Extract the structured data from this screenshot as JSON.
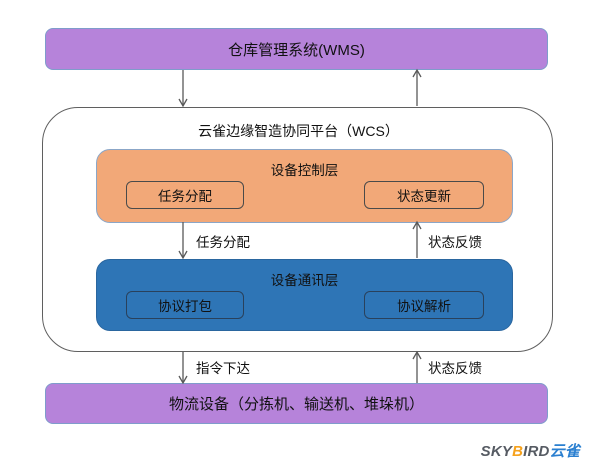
{
  "colors": {
    "purple_fill": "#b683da",
    "purple_border": "#7f9ccb",
    "orange_fill": "#f2a878",
    "orange_border": "#8ba6c7",
    "blue_fill": "#2e75b6",
    "container_border": "#5f5f5f",
    "arrow": "#595959",
    "logo_gray": "#565b63",
    "logo_orange": "#f6a21d",
    "logo_blue": "#2a7fd0"
  },
  "wms_box": {
    "label": "仓库管理系统(WMS)"
  },
  "wcs": {
    "title": "云雀边缘智造协同平台（WCS）",
    "control_layer": {
      "title": "设备控制层",
      "items": [
        {
          "label": "任务分配"
        },
        {
          "label": "状态更新"
        }
      ]
    },
    "comm_layer": {
      "title": "设备通讯层",
      "items": [
        {
          "label": "协议打包"
        },
        {
          "label": "协议解析"
        }
      ]
    }
  },
  "flows": {
    "mid_down_label": "任务分配",
    "mid_up_label": "状态反馈",
    "bottom_down_label": "指令下达",
    "bottom_up_label": "状态反馈"
  },
  "device_box": {
    "label": "物流设备（分拣机、输送机、堆垛机）"
  },
  "logo": {
    "part_sky": "SKY",
    "part_b": "B",
    "part_ird": "IRD",
    "part_cn": "云雀"
  }
}
